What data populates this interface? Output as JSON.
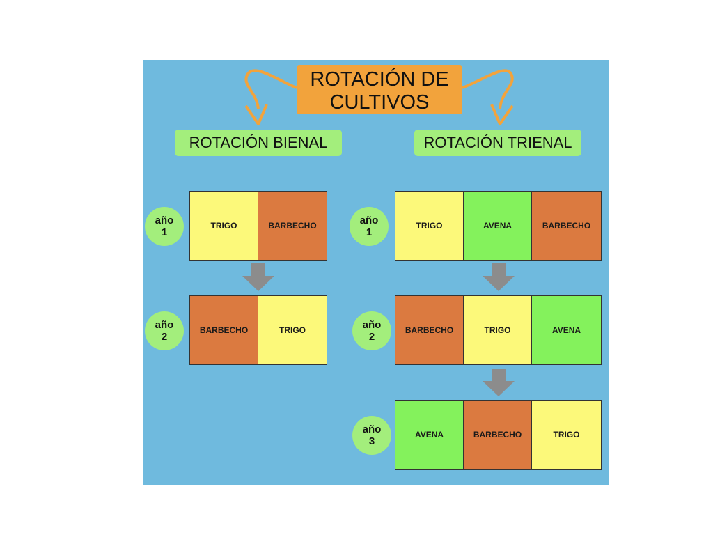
{
  "title": {
    "line1": "ROTACIÓN DE",
    "line2": "CULTIVOS"
  },
  "colors": {
    "background": "#6fbade",
    "title_box": "#f2a33c",
    "label_green": "#a3ee7c",
    "trigo": "#fcf97a",
    "avena": "#84f25c",
    "barbecho": "#db7a40",
    "arrow": "#8c8c8c",
    "curved_arrow": "#f2a33c"
  },
  "bienal": {
    "title": "ROTACIÓN BIENAL",
    "years": [
      {
        "label": "año",
        "number": "1",
        "cells": [
          "TRIGO",
          "BARBECHO"
        ]
      },
      {
        "label": "año",
        "number": "2",
        "cells": [
          "BARBECHO",
          "TRIGO"
        ]
      }
    ]
  },
  "trienal": {
    "title": "ROTACIÓN TRIENAL",
    "years": [
      {
        "label": "año",
        "number": "1",
        "cells": [
          "TRIGO",
          "AVENA",
          "BARBECHO"
        ]
      },
      {
        "label": "año",
        "number": "2",
        "cells": [
          "BARBECHO",
          "TRIGO",
          "AVENA"
        ]
      },
      {
        "label": "año",
        "number": "3",
        "cells": [
          "AVENA",
          "BARBECHO",
          "TRIGO"
        ]
      }
    ]
  }
}
